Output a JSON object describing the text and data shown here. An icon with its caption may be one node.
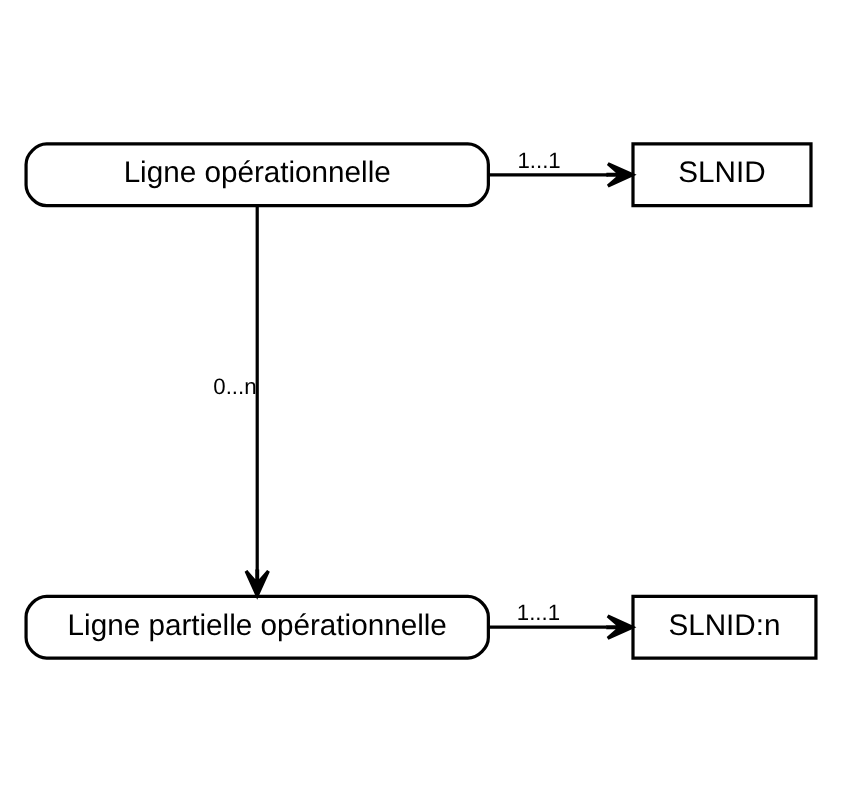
{
  "diagram": {
    "nodes": [
      {
        "text": [
          "Ligne opérationnelle"
        ]
      },
      {
        "text": [
          "SLNID"
        ]
      },
      {
        "text": [
          "Ligne partielle opérationnelle"
        ]
      },
      {
        "text": [
          "SLNID:n"
        ]
      }
    ],
    "edges": [
      {
        "from": 0,
        "to": 1,
        "arrow": "to",
        "label": "1...1"
      },
      {
        "from": 0,
        "to": 2,
        "arrow": "to",
        "label": "0...n"
      },
      {
        "from": 2,
        "to": 3,
        "arrow": "to",
        "label": "1...1"
      }
    ]
  }
}
